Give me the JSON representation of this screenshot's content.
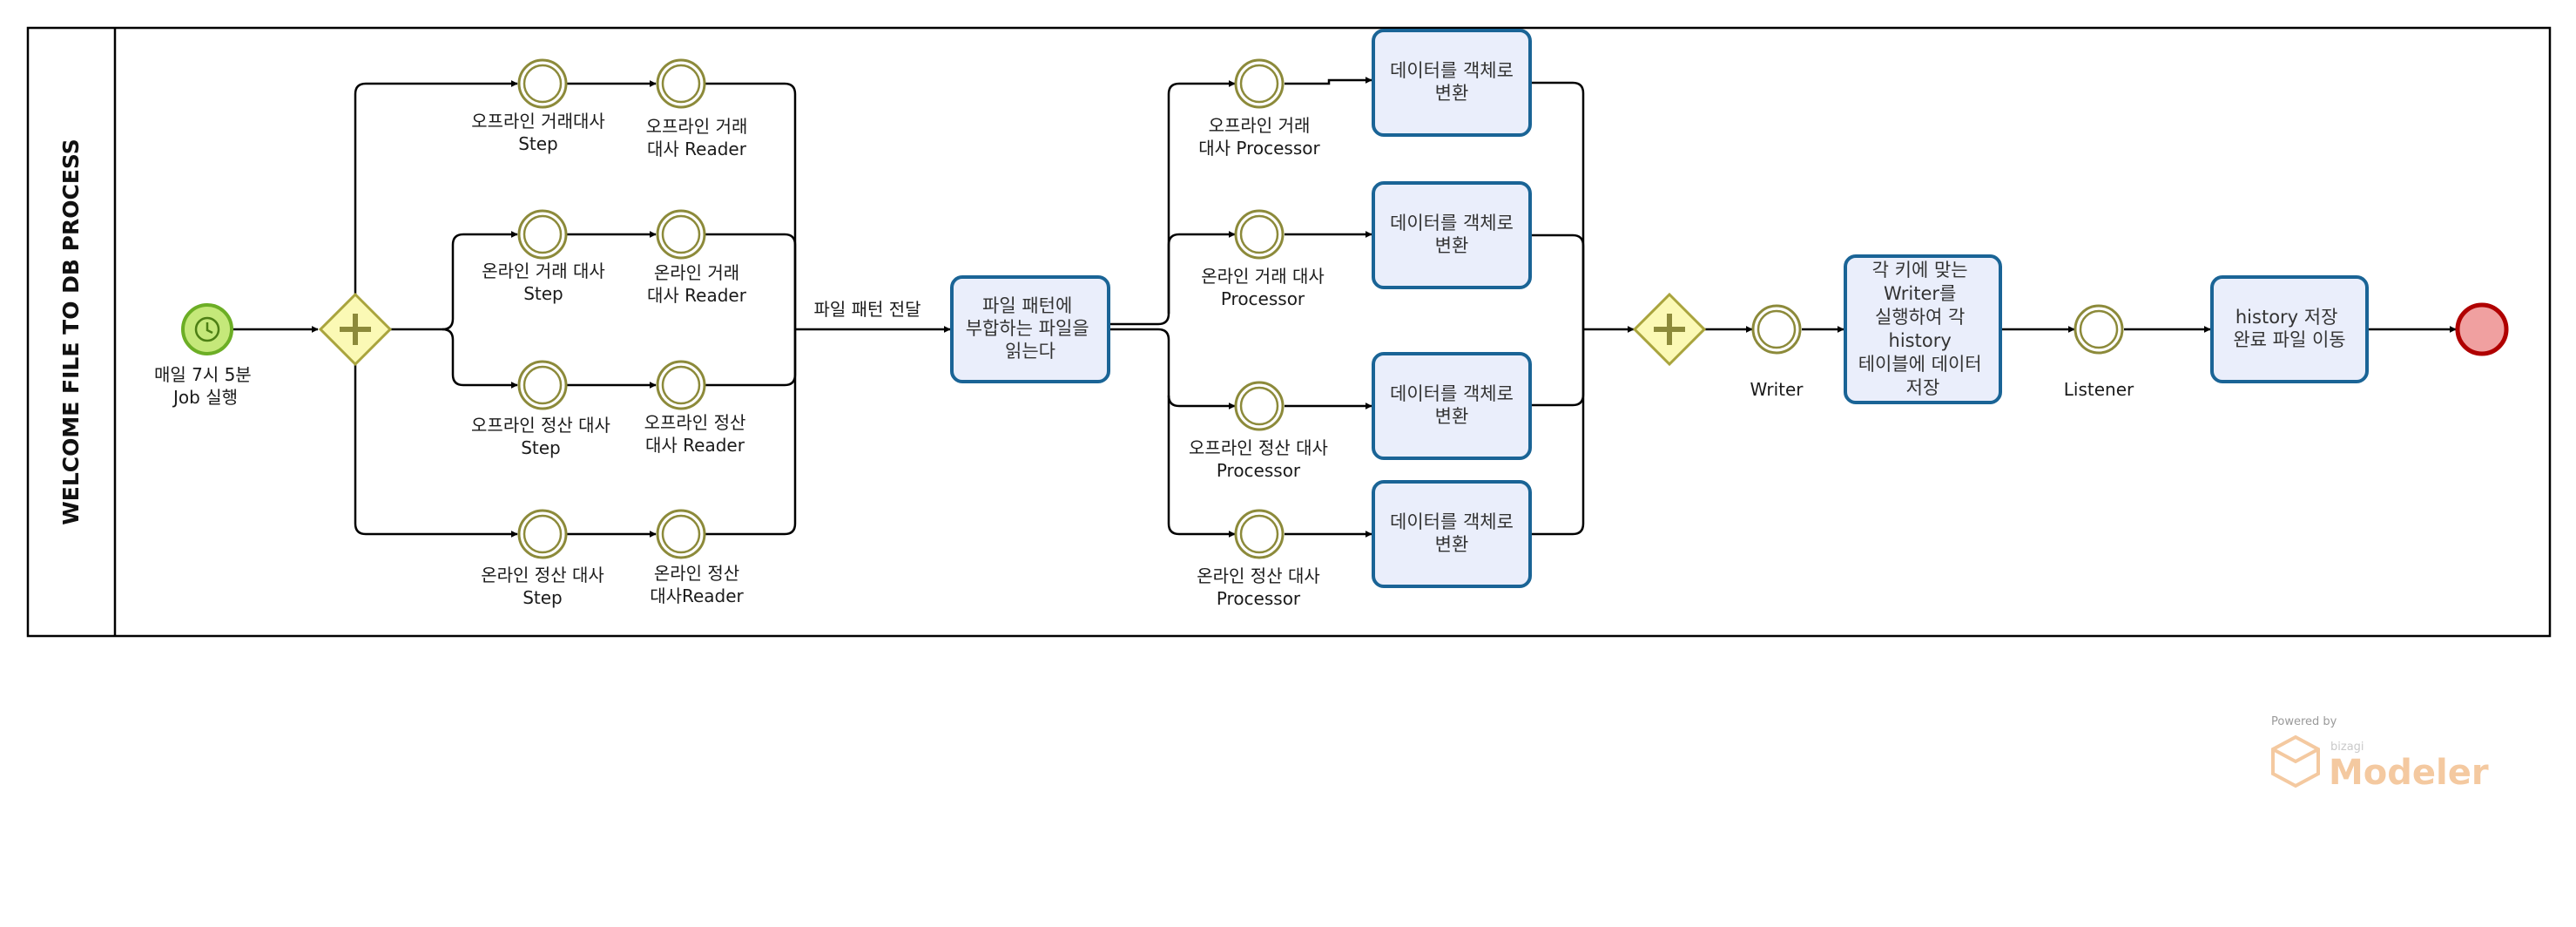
{
  "pool": {
    "title": "WELCOME FILE TO DB PROCESS"
  },
  "start": {
    "label": [
      "매일 7시  5분",
      "Job 실행"
    ]
  },
  "branches": [
    {
      "step": [
        "오프라인 거래대사",
        "Step"
      ],
      "reader": [
        "오프라인 거래",
        "대사 Reader"
      ]
    },
    {
      "step": [
        "온라인 거래 대사",
        "Step"
      ],
      "reader": [
        "온라인 거래",
        "대사 Reader"
      ]
    },
    {
      "step": [
        "오프라인 정산 대사",
        "Step"
      ],
      "reader": [
        "오프라인 정산",
        "대사 Reader"
      ]
    },
    {
      "step": [
        "온라인 정산 대사",
        "Step"
      ],
      "reader": [
        "온라인 정산",
        "대사Reader"
      ]
    }
  ],
  "flow_label": "파일 패턴 전달",
  "read_task": [
    "파일 패턴에",
    "부합하는 파일을",
    "읽는다"
  ],
  "processors": [
    {
      "label": [
        "오프라인 거래",
        "대사 Processor"
      ],
      "task": [
        "데이터를 객체로",
        "변환"
      ]
    },
    {
      "label": [
        "온라인 거래 대사",
        "Processor"
      ],
      "task": [
        "데이터를 객체로",
        "변환"
      ]
    },
    {
      "label": [
        "오프라인 정산 대사",
        "Processor"
      ],
      "task": [
        "데이터를 객체로",
        "변환"
      ]
    },
    {
      "label": [
        "온라인 정산 대사",
        "Processor"
      ],
      "task": [
        "데이터를 객체로",
        "변환"
      ]
    }
  ],
  "writer": {
    "label": "Writer",
    "task": [
      "각 키에 맞는",
      "Writer를",
      "실행하여 각",
      "history",
      "테이블에 데이터",
      "저장"
    ]
  },
  "listener": {
    "label": "Listener",
    "task": [
      "history 저장",
      "완료 파일 이동"
    ]
  },
  "watermark": {
    "powered": "Powered by",
    "brand": "bizagi",
    "product": "Modeler"
  },
  "colors": {
    "task_fill": "#eaeefb",
    "task_stroke": "#1a6496",
    "gateway_fill": "#fbf9b5",
    "start_fill": "#c5e87a",
    "end_fill": "#f0a0a0",
    "end_stroke": "#b00000"
  }
}
